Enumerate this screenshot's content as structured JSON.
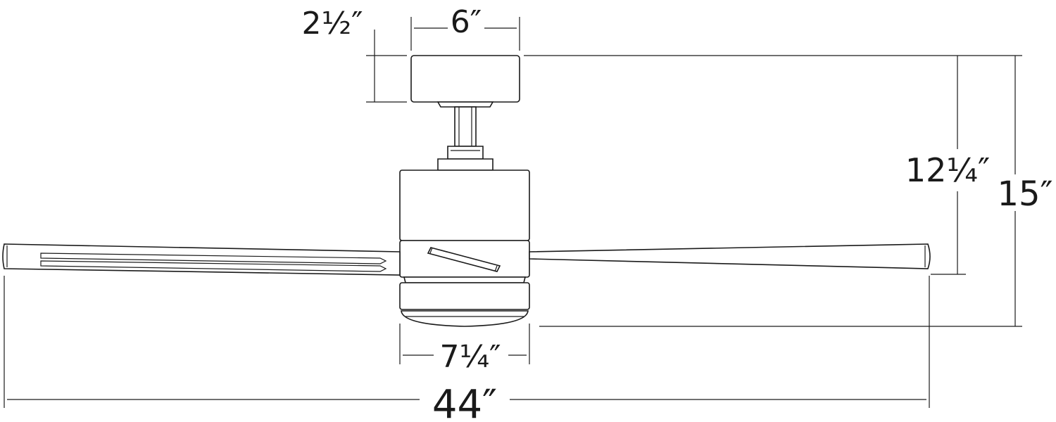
{
  "dimensions": {
    "canopy_height": "2½″",
    "canopy_width": "6″",
    "downrod_to_blade_height": "12¼″",
    "overall_height": "15″",
    "motor_housing_width": "7¼″",
    "blade_span": "44″"
  },
  "colors": {
    "line": "#1a1a1a",
    "background": "#ffffff"
  }
}
